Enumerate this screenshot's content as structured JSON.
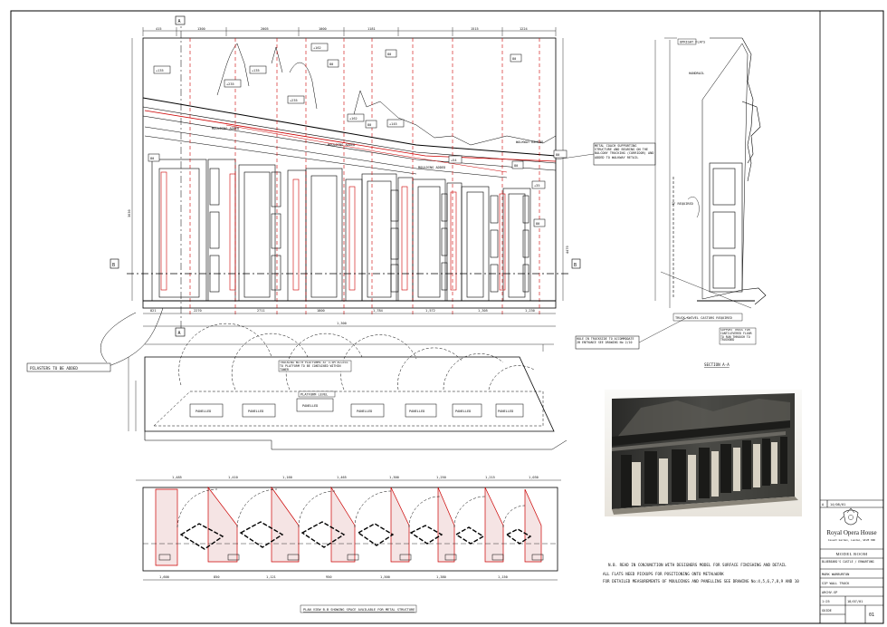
{
  "elevation": {
    "section_marker": "A",
    "level_marker": "B",
    "top_dims": [
      "415",
      "1300",
      "2005",
      "1000",
      "1181",
      "1515",
      "1224"
    ],
    "bottom_dims": [
      "821",
      "2270",
      "2711",
      "1800",
      "1,784",
      "1,572",
      "1,305",
      "1,230"
    ],
    "overall_dim": "1,300",
    "tags": [
      "+135",
      "+235",
      "+135",
      "+162",
      "+235",
      "80",
      "80",
      "+162",
      "+145",
      "80",
      "80",
      "80",
      "80",
      "80",
      "+54",
      "+35",
      "80"
    ],
    "labels": [
      "MOULDING ADDED",
      "MOULDING ADDED",
      "MOULDING ADDED",
      "WALKWAY BEHIND"
    ],
    "side_dims": [
      "3030",
      "4470"
    ]
  },
  "notes": {
    "metal_coach": "METAL COACH SUPPORTING STRUCTURE AND BEARING ON THE BALCONY TRUCKING (CORRIDOR) AND ADDED TO WALKWAY RETAIL",
    "hole": "HOLE IN TRUCKSIDE TO ACCOMMODATE 2B ENTRANCE SEE DRAWING No 2/10",
    "pilasters": "PILASTERS TO BE ADDED",
    "trucking": "TRUCKING WITH PLATFORMS AT 3.5M ACCESS TO PLATFORM TO BE CONTAINED WITHIN TOWER",
    "platform": "PLATFORM LEVEL",
    "truck_swivel": "TRUCK SWIVEL CASTORS REQUIRED",
    "support": "SUPPORT TRUSS FOR CANTILEVERED FLOOR TO RUN THROUGH TO TRUCKBED",
    "if_required": "IF REQUIRED",
    "upright": "UPRIGHT FLATS",
    "handrail": "HANDRAIL",
    "section": "SECTION A-A",
    "plan_title": "PLAN VIEW B-B SHOWING SPACE AVAILABLE FOR METAL STRUCTURE",
    "nb": [
      "N.B. READ IN CONJUNCTION WITH DESIGNERS MODEL FOR SURFACE FINISHING AND DETAIL",
      "ALL FLATS NEED PICKUPS FOR POSITIONING ONTO METALWORK",
      "FOR DETAILED MEASUREMENTS OF MOULDINGS AND PANELLING SEE DRAWING No:4,5,6,7,8,9 AND 10"
    ]
  },
  "plan": {
    "panel_labels": [
      "PANELLED",
      "PANELLED",
      "PANELLED",
      "PANELLED",
      "PANELLED",
      "PANELLED",
      "PANELLED"
    ],
    "top_dims": [
      "1,485",
      "1,410",
      "1,160",
      "1,465",
      "1,300",
      "1,250",
      "1,215",
      "1,030"
    ],
    "bottom_dims": [
      "1,600",
      "850",
      "1,121",
      "950",
      "1,500",
      "1,380",
      "1,150"
    ]
  },
  "title_block": {
    "rev": "A",
    "rev_date": "14/08/01",
    "company": "Royal Opera House",
    "company_sub": "Covent Garden, London, WC2E 9DD",
    "department": "MODEL ROOM",
    "production": "BLUEBEARD'S CASTLE / ERWARTUNG",
    "drawn_by": "MARK WARBURTON",
    "title": "SIP WALL TRUCK",
    "drawing_no": "ARCHV-SP",
    "scale": "1:25",
    "date": "18/07/01",
    "status": "GUIDE",
    "sheet": "01"
  }
}
